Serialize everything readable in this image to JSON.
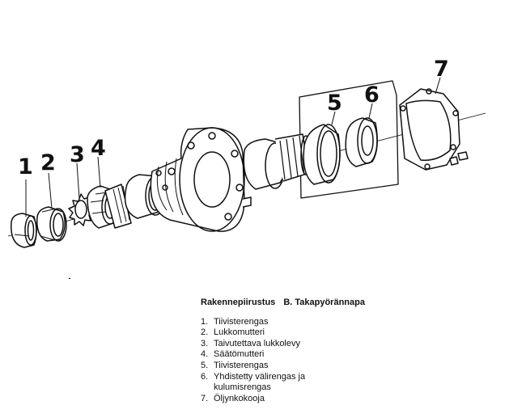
{
  "diagram": {
    "callouts": [
      "1",
      "2",
      "3",
      "4",
      "5",
      "6",
      "7"
    ]
  },
  "caption": {
    "title": "Rakennepiirustus",
    "subtitle": "B. Takapyörännapa"
  },
  "legend": [
    {
      "num": "1.",
      "text": "Tiivisterengas"
    },
    {
      "num": "2.",
      "text": "Lukkomutteri"
    },
    {
      "num": "3.",
      "text": "Taivutettava lukkolevy"
    },
    {
      "num": "4.",
      "text": "Säätömutteri"
    },
    {
      "num": "5.",
      "text": "Tiivisterengas"
    },
    {
      "num": "6.",
      "text": "Yhdistetty välirengas ja\nkulumisrengas"
    },
    {
      "num": "7.",
      "text": "Öljynkokooja"
    }
  ]
}
